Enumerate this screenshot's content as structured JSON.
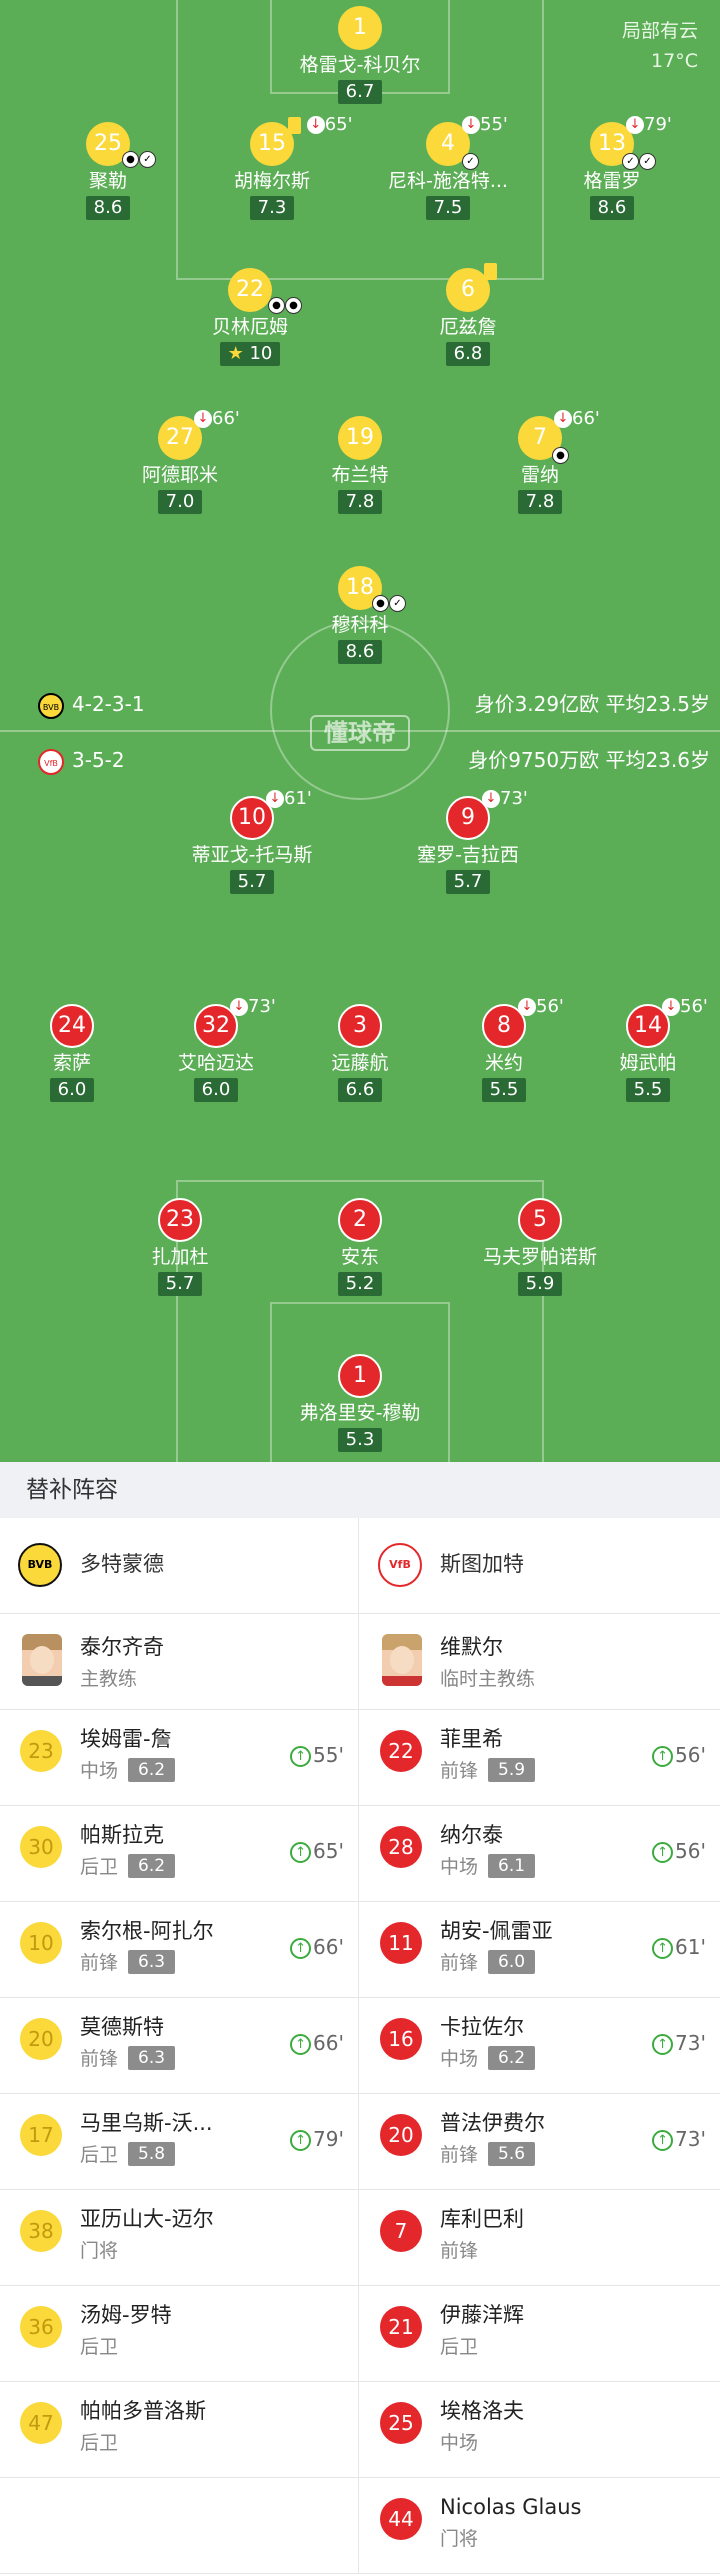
{
  "weather": {
    "desc": "局部有云",
    "temp": "17°C"
  },
  "watermark": "懂球帝",
  "home_team": {
    "name": "多特蒙德",
    "formation": "4-2-3-1",
    "info": "身价3.29亿欧  平均23.5岁",
    "crest": "BVB"
  },
  "away_team": {
    "name": "斯图加特",
    "formation": "3-5-2",
    "info": "身价9750万欧  平均23.6岁",
    "crest": "VfB"
  },
  "home_players": [
    {
      "num": "1",
      "name": "格雷戈-科贝尔",
      "rating": "6.7"
    },
    {
      "num": "25",
      "name": "聚勒",
      "rating": "8.6"
    },
    {
      "num": "15",
      "name": "胡梅尔斯",
      "rating": "7.3",
      "minute": "65'"
    },
    {
      "num": "4",
      "name": "尼科-施洛特...",
      "rating": "7.5",
      "minute": "55'"
    },
    {
      "num": "13",
      "name": "格雷罗",
      "rating": "8.6",
      "minute": "79'"
    },
    {
      "num": "22",
      "name": "贝林厄姆",
      "rating": "10"
    },
    {
      "num": "6",
      "name": "厄兹詹",
      "rating": "6.8"
    },
    {
      "num": "27",
      "name": "阿德耶米",
      "rating": "7.0",
      "minute": "66'"
    },
    {
      "num": "19",
      "name": "布兰特",
      "rating": "7.8"
    },
    {
      "num": "7",
      "name": "雷纳",
      "rating": "7.8",
      "minute": "66'"
    },
    {
      "num": "18",
      "name": "穆科科",
      "rating": "8.6"
    }
  ],
  "away_players": [
    {
      "num": "10",
      "name": "蒂亚戈-托马斯",
      "rating": "5.7",
      "minute": "61'"
    },
    {
      "num": "9",
      "name": "塞罗-吉拉西",
      "rating": "5.7",
      "minute": "73'"
    },
    {
      "num": "24",
      "name": "索萨",
      "rating": "6.0"
    },
    {
      "num": "32",
      "name": "艾哈迈达",
      "rating": "6.0",
      "minute": "73'"
    },
    {
      "num": "3",
      "name": "远藤航",
      "rating": "6.6"
    },
    {
      "num": "8",
      "name": "米约",
      "rating": "5.5",
      "minute": "56'"
    },
    {
      "num": "14",
      "name": "姆武帕",
      "rating": "5.5",
      "minute": "56'"
    },
    {
      "num": "23",
      "name": "扎加杜",
      "rating": "5.7"
    },
    {
      "num": "2",
      "name": "安东",
      "rating": "5.2"
    },
    {
      "num": "5",
      "name": "马夫罗帕诺斯",
      "rating": "5.9"
    },
    {
      "num": "1",
      "name": "弗洛里安-穆勒",
      "rating": "5.3"
    }
  ],
  "subs": {
    "title": "替补阵容",
    "home_coach": {
      "name": "泰尔齐奇",
      "role": "主教练"
    },
    "away_coach": {
      "name": "维默尔",
      "role": "临时主教练"
    },
    "home": [
      {
        "num": "23",
        "name": "埃姆雷-詹",
        "pos": "中场",
        "rating": "6.2",
        "minute": "55'"
      },
      {
        "num": "30",
        "name": "帕斯拉克",
        "pos": "后卫",
        "rating": "6.2",
        "minute": "65'"
      },
      {
        "num": "10",
        "name": "索尔根-阿扎尔",
        "pos": "前锋",
        "rating": "6.3",
        "minute": "66'"
      },
      {
        "num": "20",
        "name": "莫德斯特",
        "pos": "前锋",
        "rating": "6.3",
        "minute": "66'"
      },
      {
        "num": "17",
        "name": "马里乌斯-沃...",
        "pos": "后卫",
        "rating": "5.8",
        "minute": "79'"
      },
      {
        "num": "38",
        "name": "亚历山大-迈尔",
        "pos": "门将"
      },
      {
        "num": "36",
        "name": "汤姆-罗特",
        "pos": "后卫"
      },
      {
        "num": "47",
        "name": "帕帕多普洛斯",
        "pos": "后卫"
      }
    ],
    "away": [
      {
        "num": "22",
        "name": "菲里希",
        "pos": "前锋",
        "rating": "5.9",
        "minute": "56'"
      },
      {
        "num": "28",
        "name": "纳尔泰",
        "pos": "中场",
        "rating": "6.1",
        "minute": "56'"
      },
      {
        "num": "11",
        "name": "胡安-佩雷亚",
        "pos": "前锋",
        "rating": "6.0",
        "minute": "61'"
      },
      {
        "num": "16",
        "name": "卡拉佐尔",
        "pos": "中场",
        "rating": "6.2",
        "minute": "73'"
      },
      {
        "num": "20",
        "name": "普法伊费尔",
        "pos": "前锋",
        "rating": "5.6",
        "minute": "73'"
      },
      {
        "num": "7",
        "name": "库利巴利",
        "pos": "前锋"
      },
      {
        "num": "21",
        "name": "伊藤洋辉",
        "pos": "后卫"
      },
      {
        "num": "25",
        "name": "埃格洛夫",
        "pos": "中场"
      },
      {
        "num": "44",
        "name": "Nicolas Glaus",
        "pos": "门将"
      }
    ]
  },
  "icons": {
    "goal": "football-icon",
    "assist": "boot-icon",
    "sub_off": "substitution-off-icon",
    "yellow": "yellow-card-icon",
    "star": "mvp-star-icon",
    "sub_on": "substitution-on-icon"
  },
  "colors": {
    "pitch": "#5cae56",
    "home": "#fbd93a",
    "away": "#e3272b",
    "rating_bg": "#2a6a34"
  }
}
